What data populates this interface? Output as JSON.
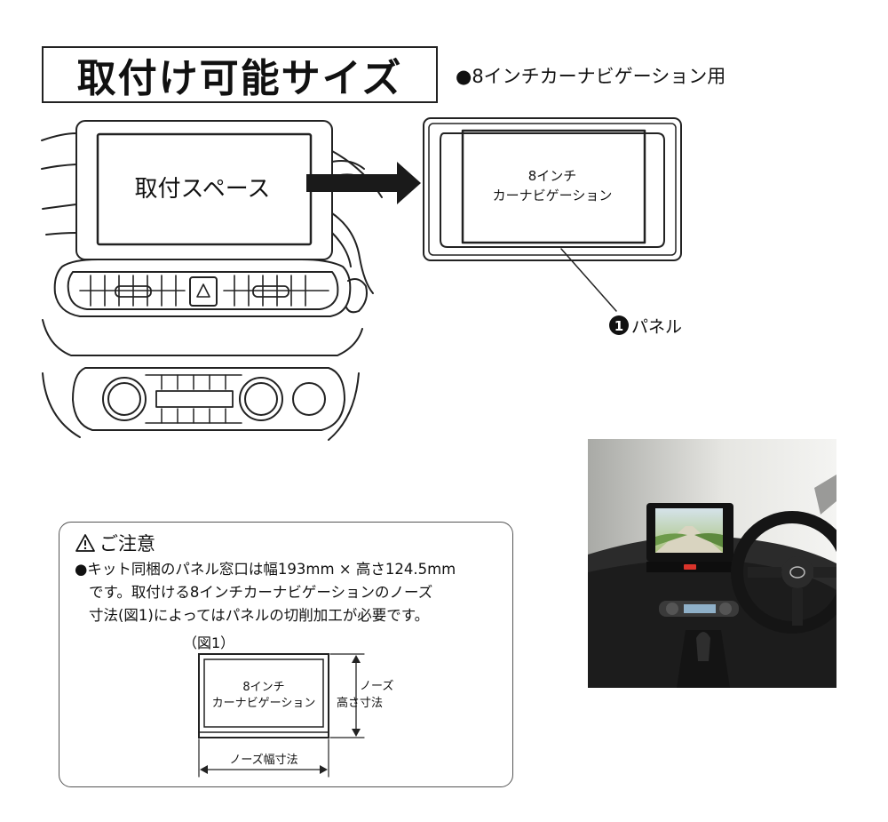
{
  "title": "取付け可能サイズ",
  "subtitle": "●8インチカーナビゲーション用",
  "diagram": {
    "mount_space_label": "取付スペース",
    "navi_label_line1": "8インチ",
    "navi_label_line2": "カーナビゲーション",
    "panel_number": "1",
    "panel_label": "パネル"
  },
  "caution": {
    "title": "ご注意",
    "lines": [
      "●キット同梱のパネル窓口は幅193mm × 高さ124.5mm",
      "です。取付ける8インチカーナビゲーションのノーズ",
      "寸法(図1)によってはパネルの切削加工が必要です。"
    ],
    "figure_label": "（図1）",
    "figure_navi_line1": "8インチ",
    "figure_navi_line2": "カーナビゲーション",
    "nose_height_line1": "ノーズ",
    "nose_height_line2": "高さ寸法",
    "nose_width_label": "ノーズ幅寸法"
  },
  "colors": {
    "line": "#222222",
    "photo_accent": "#d9342b"
  }
}
